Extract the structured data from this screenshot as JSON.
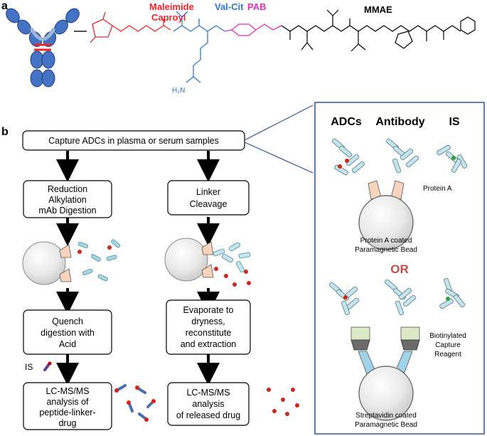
{
  "panel_a": {
    "letter": "a",
    "labels": {
      "maleimide": "Maleimide",
      "caproyl": "Caproyl",
      "valcit": "Val-Cit",
      "pab": "PAB",
      "mmae": "MMAE",
      "urea_amine": "H₂N"
    },
    "colors": {
      "maleimide": "#e8262b",
      "valcit": "#2f75c9",
      "pab": "#e02fb7",
      "mmae": "#000000",
      "antibody": "#3567b0"
    }
  },
  "panel_b": {
    "letter": "b",
    "capture": "Capture ADCs in plasma or serum samples",
    "left_col": {
      "step1": [
        "Reduction",
        "Alkylation",
        "mAb Digestion"
      ],
      "step2": [
        "Quench",
        "digestion with",
        "Acid"
      ],
      "is_label": "IS",
      "step3": [
        "LC-MS/MS",
        "analysis of",
        "peptide-linker-",
        "drug"
      ]
    },
    "right_col": {
      "step1": [
        "Linker",
        "Cleavage"
      ],
      "step2": [
        "Evaporate to",
        "dryness,",
        "reconstitute",
        "and extraction"
      ],
      "step3": [
        "LC-MS/MS",
        "analysis",
        "of released drug"
      ]
    },
    "side_panel": {
      "headers": [
        "ADCs",
        "Antibody",
        "IS"
      ],
      "protein_a": "Protein A",
      "bead1": [
        "Protein A coated",
        "Paramagnetic Bead"
      ],
      "or": "OR",
      "biotinylated": [
        "Biotinylated",
        "Capture",
        "Reagent"
      ],
      "bead2": [
        "Streptavidin coated",
        "Paramagnetic Bead"
      ],
      "colors": {
        "or": "#c0504d",
        "border": "#2f5597"
      }
    }
  }
}
